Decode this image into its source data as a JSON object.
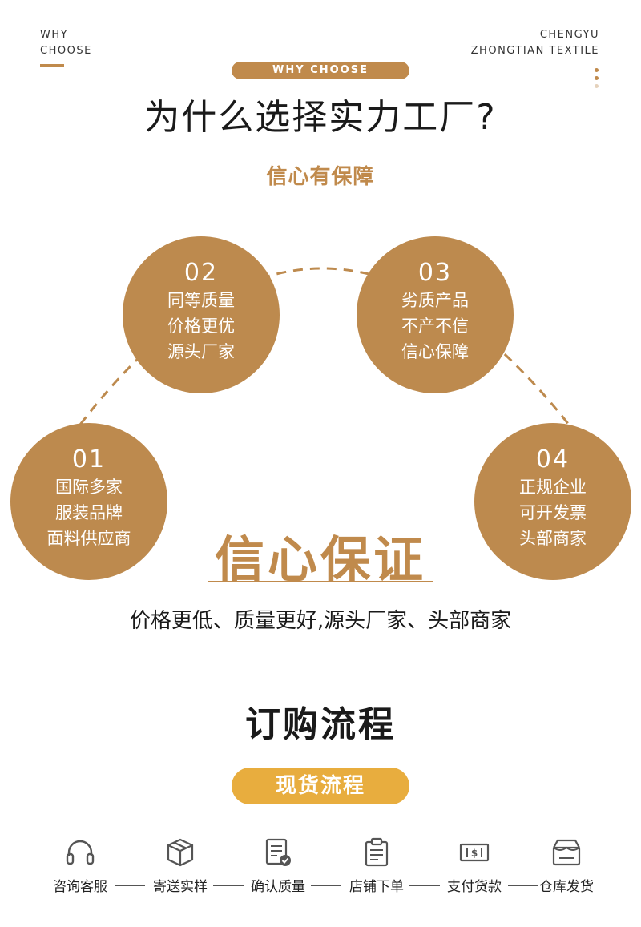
{
  "header": {
    "left_line1": "WHY",
    "left_line2": "CHOOSE",
    "right_line1": "CHENGYU",
    "right_line2": "ZHONGTIAN TEXTILE",
    "pill": "WHY CHOOSE",
    "title": "为什么选择实力工厂?",
    "subtitle": "信心有保障"
  },
  "circles": [
    {
      "num": "01",
      "lines": [
        "国际多家",
        "服装品牌",
        "面料供应商"
      ]
    },
    {
      "num": "02",
      "lines": [
        "同等质量",
        "价格更优",
        "源头厂家"
      ]
    },
    {
      "num": "03",
      "lines": [
        "劣质产品",
        "不产不信",
        "信心保障"
      ]
    },
    {
      "num": "04",
      "lines": [
        "正规企业",
        "可开发票",
        "头部商家"
      ]
    }
  ],
  "guarantee": {
    "title": "信心保证",
    "tagline": "价格更低、质量更好,源头厂家、头部商家"
  },
  "order": {
    "title": "订购流程",
    "pill": "现货流程",
    "steps": [
      {
        "label": "咨询客服",
        "icon": "headset-icon"
      },
      {
        "label": "寄送实样",
        "icon": "package-box-icon"
      },
      {
        "label": "确认质量",
        "icon": "checklist-icon"
      },
      {
        "label": "店铺下单",
        "icon": "clipboard-icon"
      },
      {
        "label": "支付货款",
        "icon": "banknote-icon"
      },
      {
        "label": "仓库发货",
        "icon": "warehouse-icon"
      }
    ]
  },
  "colors": {
    "accent": "#bd8a4e",
    "gold": "#e8ad3e",
    "text": "#1a1a1a"
  }
}
